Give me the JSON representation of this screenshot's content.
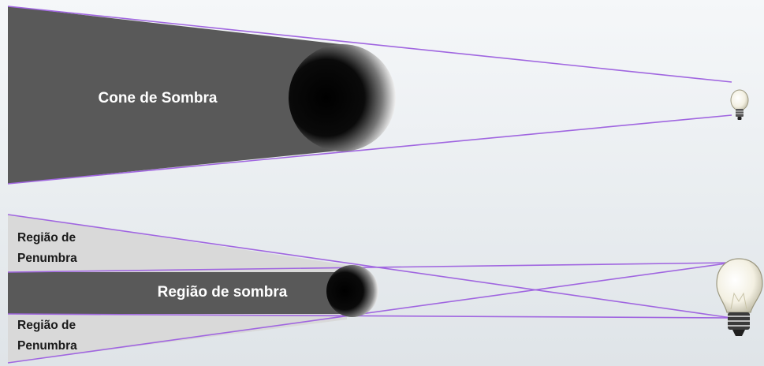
{
  "top_diagram": {
    "umbra_label": "Cone de Sombra"
  },
  "bottom_diagram": {
    "penumbra_top_line1": "Região de",
    "penumbra_top_line2": "Penumbra",
    "umbra_label": "Região de sombra",
    "penumbra_bottom_line1": "Região de",
    "penumbra_bottom_line2": "Penumbra"
  },
  "colors": {
    "umbra": "#595959",
    "penumbra": "#d9d9d9",
    "light_ray": "#a066e0",
    "background": "#eef1f3"
  },
  "icons": {
    "light_source_small": "lightbulb-icon",
    "light_source_large": "lightbulb-icon"
  }
}
